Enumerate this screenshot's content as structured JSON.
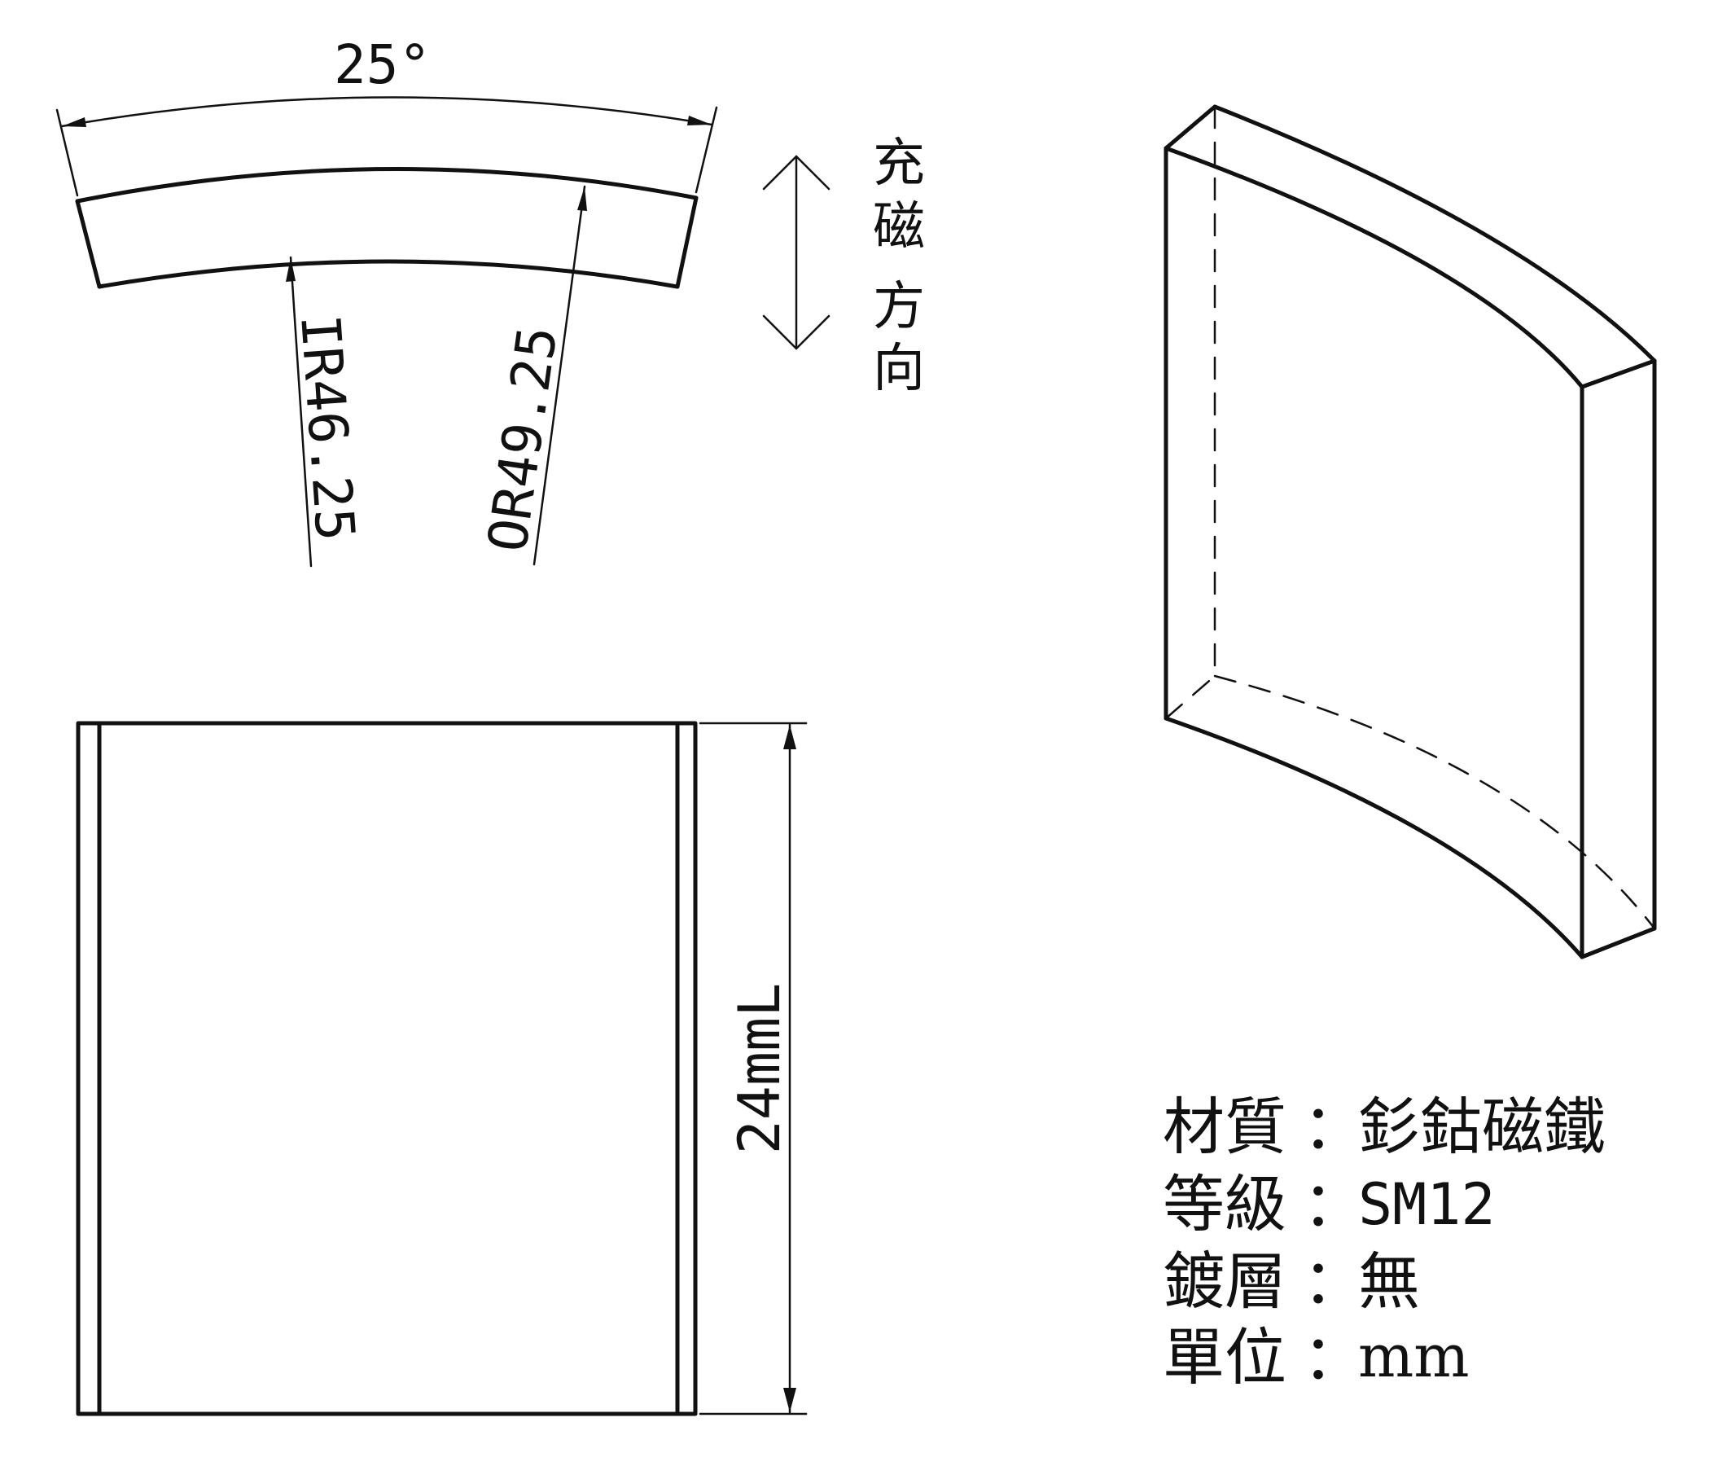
{
  "dimensions": {
    "angle": "25°",
    "inner_radius": "IR46.25",
    "outer_radius": "OR49.25",
    "length": "24mmL"
  },
  "magnetization": {
    "label_chars": [
      "充",
      "磁",
      "方",
      "向"
    ]
  },
  "specs": [
    {
      "label": "材質",
      "sep": "：",
      "value": "釤鈷磁鐵"
    },
    {
      "label": "等級",
      "sep": "：",
      "value": "SM12"
    },
    {
      "label": "鍍層",
      "sep": "：",
      "value": "無"
    },
    {
      "label": "單位",
      "sep": "：",
      "value": "mm"
    }
  ],
  "colors": {
    "line": "#111111",
    "background": "#ffffff"
  }
}
